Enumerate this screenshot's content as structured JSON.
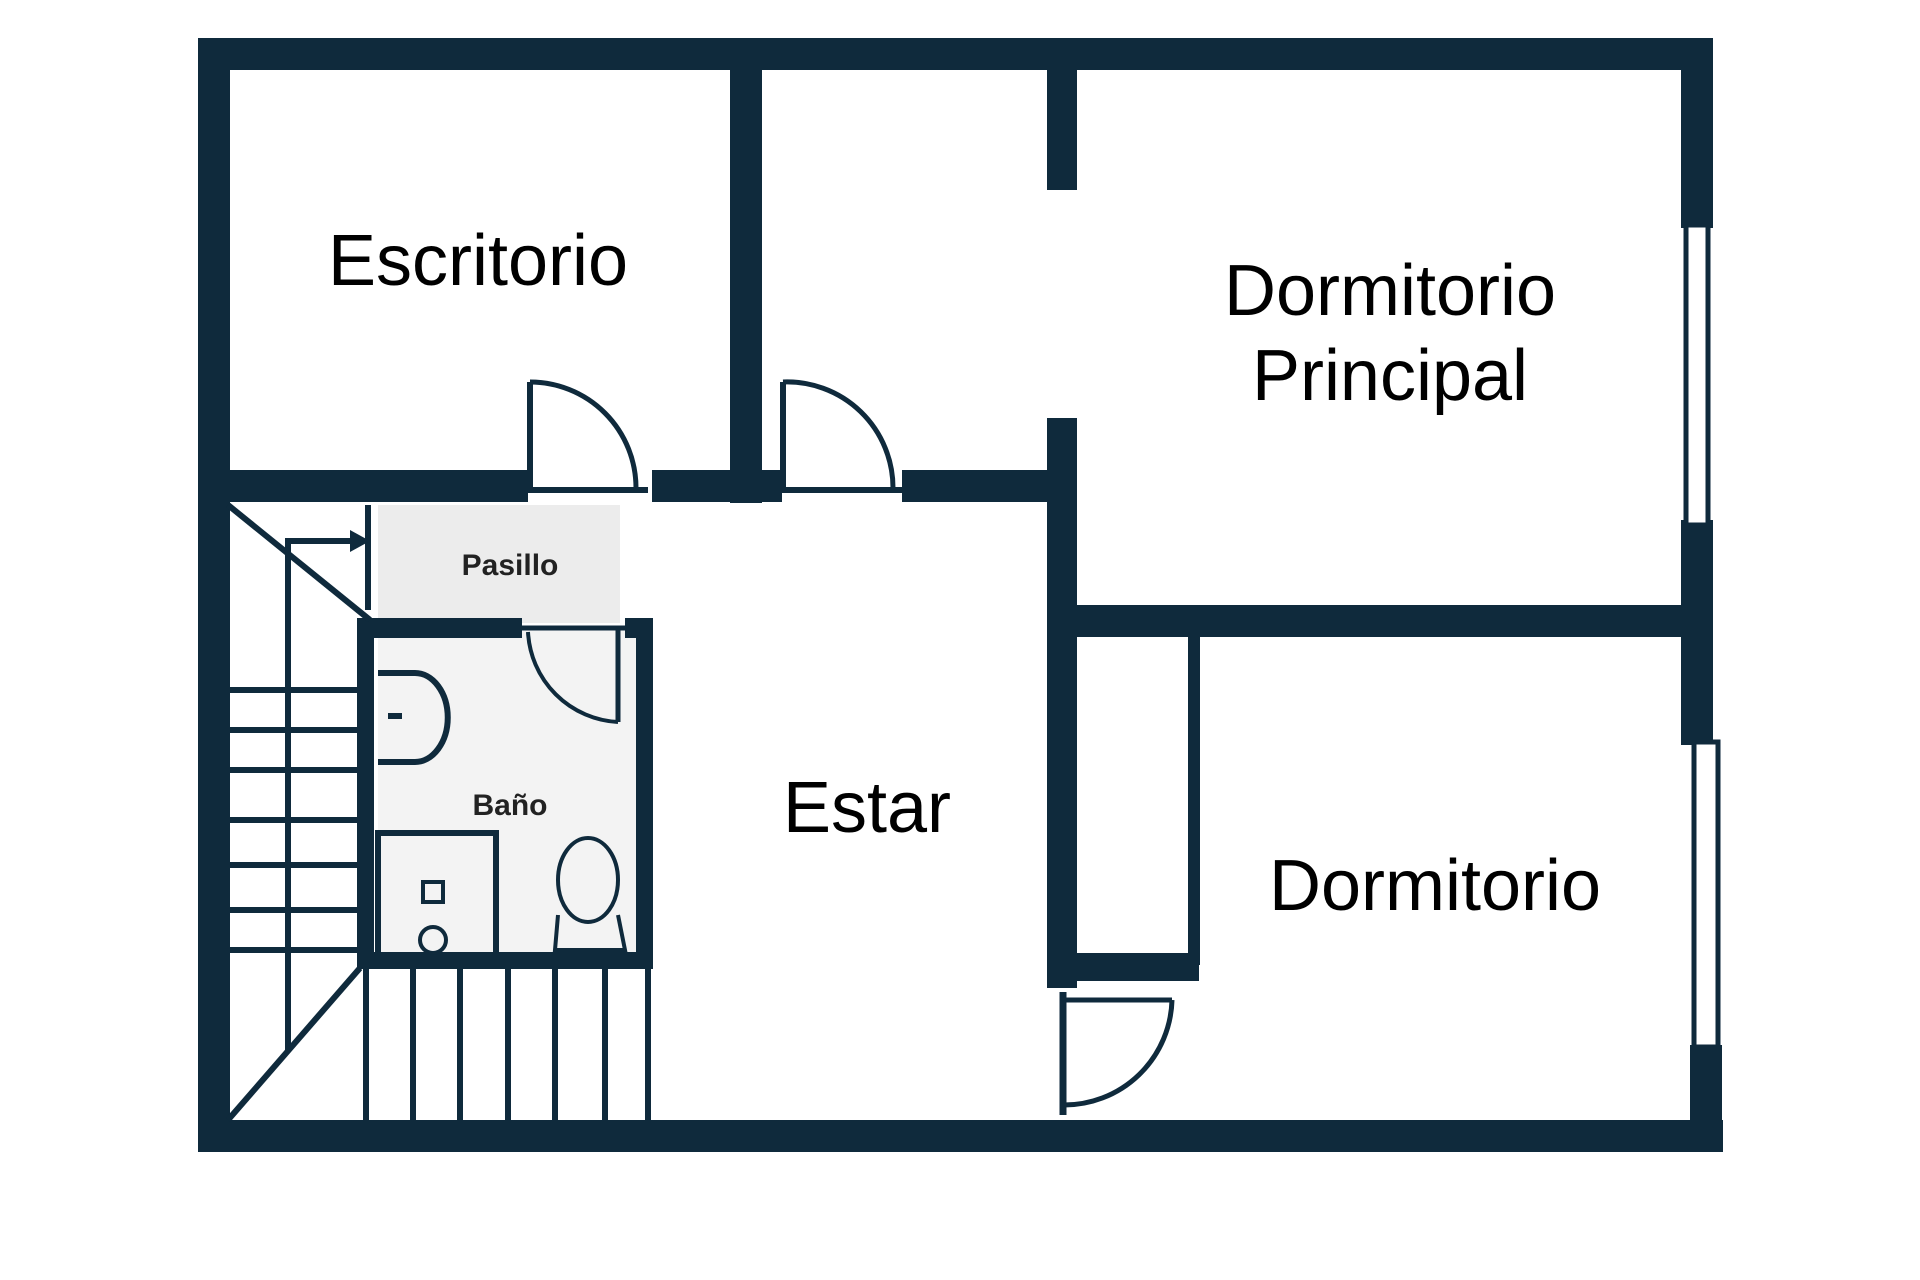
{
  "floor_plan": {
    "colors": {
      "wall": "#0f2a3c",
      "background": "#ffffff",
      "hall_fill": "#ececec",
      "bath_fill": "#f3f3f3",
      "window_fill": "#ffffff",
      "line": "#0f2a3c"
    },
    "rooms": {
      "escritorio": "Escritorio",
      "dormitorio_principal_line1": "Dormitorio",
      "dormitorio_principal_line2": "Principal",
      "pasillo": "Pasillo",
      "bano": "Baño",
      "estar": "Estar",
      "dormitorio": "Dormitorio"
    }
  }
}
